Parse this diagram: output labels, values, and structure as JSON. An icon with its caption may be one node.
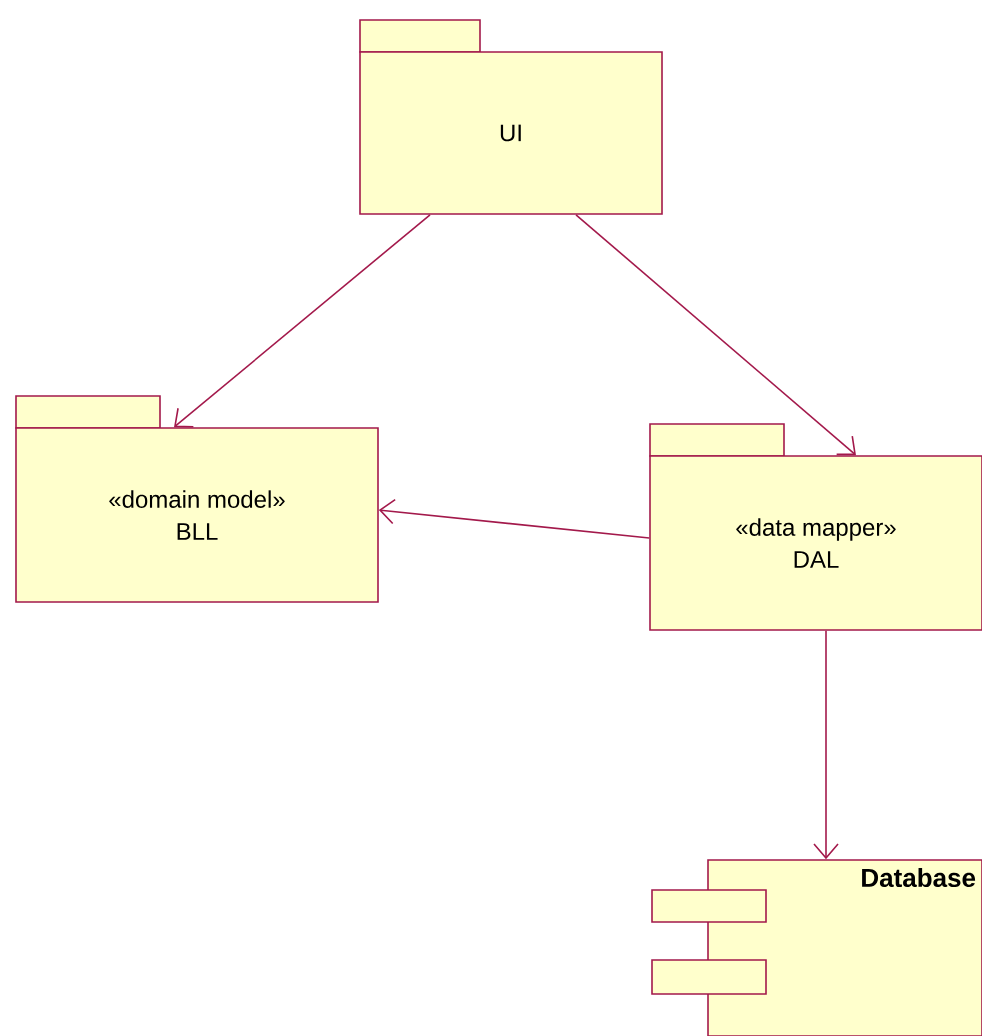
{
  "diagram": {
    "nodes": [
      {
        "text": [
          "UI"
        ]
      },
      {
        "text": [
          "«domain model»",
          "BLL"
        ]
      },
      {
        "text": [
          "«data mapper»",
          "DAL"
        ]
      },
      {
        "text": [
          "Database"
        ]
      }
    ],
    "edges": [
      {
        "from": 0,
        "to": 1,
        "arrow": "to"
      },
      {
        "from": 0,
        "to": 2,
        "arrow": "to"
      },
      {
        "from": 2,
        "to": 1,
        "arrow": "to"
      },
      {
        "from": 2,
        "to": 3,
        "arrow": "to"
      }
    ]
  }
}
